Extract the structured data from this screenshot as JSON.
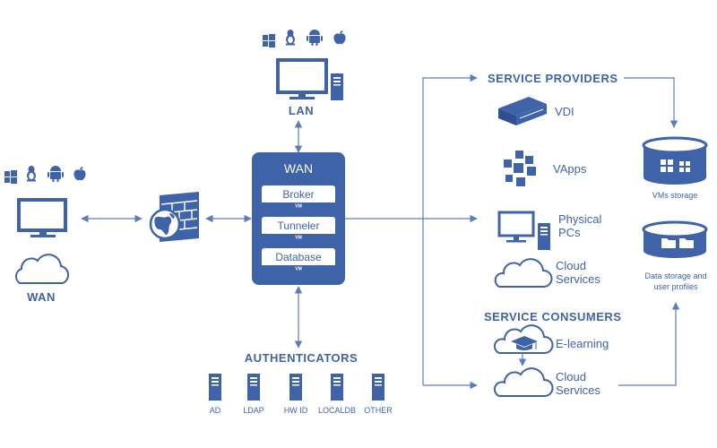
{
  "colors": {
    "primary": "#3f63a8",
    "accent": "#5b7dbd",
    "light": "#ffffff"
  },
  "os_icons": [
    "windows-icon",
    "linux-icon",
    "android-icon",
    "apple-icon"
  ],
  "lan": {
    "label": "LAN"
  },
  "left": {
    "label": "WAN"
  },
  "hub": {
    "title": "WAN",
    "modules": [
      {
        "label": "Broker",
        "tag": "VM"
      },
      {
        "label": "Tunneler",
        "tag": "VM"
      },
      {
        "label": "Database",
        "tag": "VM"
      }
    ]
  },
  "authenticators": {
    "title": "AUTHENTICATORS",
    "items": [
      "AD",
      "LDAP",
      "HW ID",
      "LOCALDB",
      "OTHER"
    ]
  },
  "providers": {
    "title": "SERVICE PROVIDERS",
    "items": [
      {
        "line1": "VDI",
        "line2": ""
      },
      {
        "line1": "VApps",
        "line2": ""
      },
      {
        "line1": "Physical",
        "line2": "PCs"
      },
      {
        "line1": "Cloud",
        "line2": "Services"
      }
    ]
  },
  "consumers": {
    "title": "SERVICE CONSUMERS",
    "items": [
      {
        "line1": "E-learning",
        "line2": ""
      },
      {
        "line1": "Cloud",
        "line2": "Services"
      }
    ]
  },
  "storage": {
    "vms": "VMs storage",
    "data_line1": "Data storage and",
    "data_line2": "user profiles"
  }
}
